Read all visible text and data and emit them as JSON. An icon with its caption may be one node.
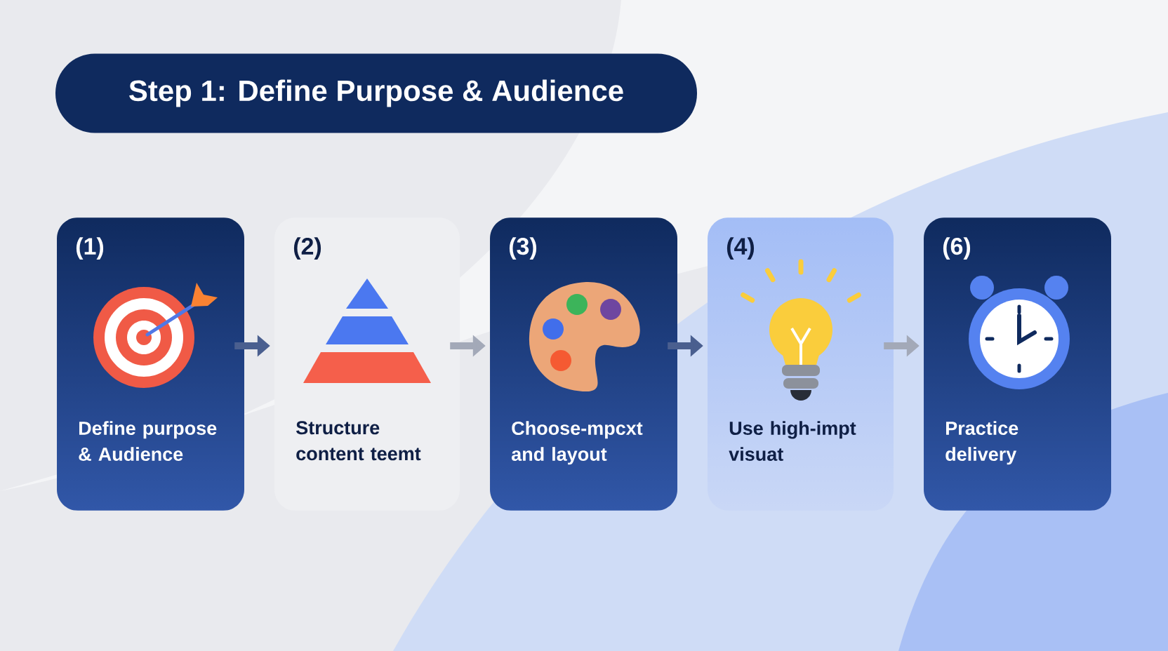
{
  "diagram": {
    "title": "Step 1: Define Purpose & Audience",
    "nodes": [
      {
        "text": [
          "(1)",
          "Define purpose & Audience"
        ]
      },
      {
        "text": [
          "(2)",
          "Structure content teemt"
        ]
      },
      {
        "text": [
          "(3)",
          "Choose-mpcxt and layout"
        ]
      },
      {
        "text": [
          "(4)",
          "Use high-impt visuat"
        ]
      },
      {
        "text": [
          "(6)",
          "Practice delivery"
        ]
      }
    ],
    "edges": [
      {
        "from": 0,
        "to": 1,
        "arrow": "to"
      },
      {
        "from": 1,
        "to": 2,
        "arrow": "to",
        "color": "#a3a9b8"
      },
      {
        "from": 2,
        "to": 3,
        "arrow": "to"
      },
      {
        "from": 3,
        "to": 4,
        "arrow": "to",
        "color": "#a3a9b8"
      }
    ]
  }
}
